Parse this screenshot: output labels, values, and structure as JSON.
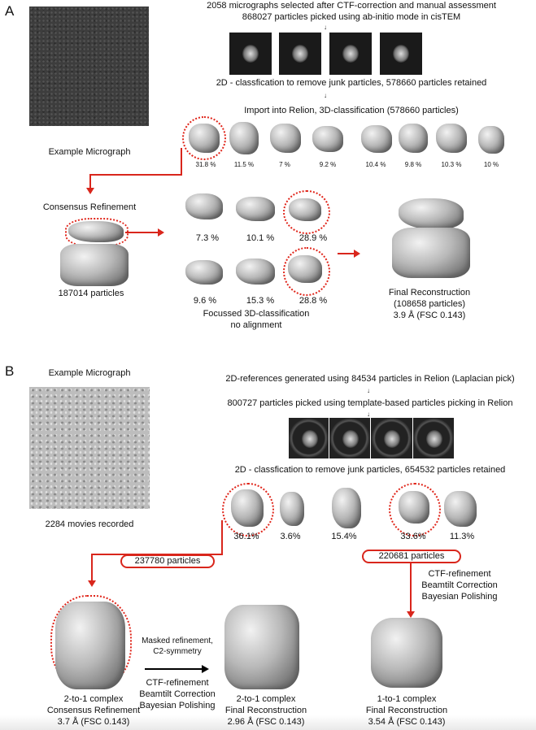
{
  "panel_a": {
    "label": "A",
    "micrograph_caption": "Example Micrograph",
    "step1": "2058 micrographs selected after CTF-correction and manual assessment",
    "step2": "868027 particles picked using ab-initio mode in cisTEM",
    "step3": "2D - classfication to remove junk particles, 578660 particles retained",
    "step4": "Import into Relion, 3D-classification (578660 particles)",
    "classes_3d": [
      "31.8 %",
      "11.5 %",
      "7 %",
      "9.2 %",
      "10.4 %",
      "9.8 %",
      "10.3 %",
      "10 %"
    ],
    "consensus_title": "Consensus Refinement",
    "consensus_particles": "187014 particles",
    "focused_classes": [
      "7.3 %",
      "10.1 %",
      "28.9 %",
      "9.6 %",
      "15.3 %",
      "28.8 %"
    ],
    "focused_line1": "Focussed 3D-classification",
    "focused_line2": "no alignment",
    "final_line1": "Final Reconstruction",
    "final_line2": "(108658 particles)",
    "final_line3": "3.9 Å (FSC 0.143)"
  },
  "panel_b": {
    "label": "B",
    "micrograph_caption": "Example Micrograph",
    "movies": "2284 movies recorded",
    "step1": "2D-references generated using 84534 particles in Relion (Laplacian pick)",
    "step2": "800727 particles picked using template-based particles picking in Relion",
    "step3": "2D - classfication to remove junk particles, 654532 particles retained",
    "classes_3d": [
      "36.1%",
      "3.6%",
      "15.4%",
      "33.6%",
      "11.3%"
    ],
    "pill_left": "237780 particles",
    "pill_right": "220681 particles",
    "right_steps": [
      "CTF-refinement",
      "Beamtilt Correction",
      "Bayesian Polishing"
    ],
    "masked_line1": "Masked refinement,",
    "masked_line2": "C2-symmetry",
    "mid_steps": [
      "CTF-refinement",
      "Beamtilt Correction",
      "Bayesian Polishing"
    ],
    "left_result": [
      "2-to-1 complex",
      "Consensus Refinement",
      "3.7 Å (FSC 0.143)"
    ],
    "mid_result": [
      "2-to-1 complex",
      "Final Reconstruction",
      "2.96 Å (FSC 0.143)"
    ],
    "right_result": [
      "1-to-1 complex",
      "Final Reconstruction",
      "3.54 Å (FSC 0.143)"
    ]
  },
  "colors": {
    "accent_red": "#d9261c"
  }
}
